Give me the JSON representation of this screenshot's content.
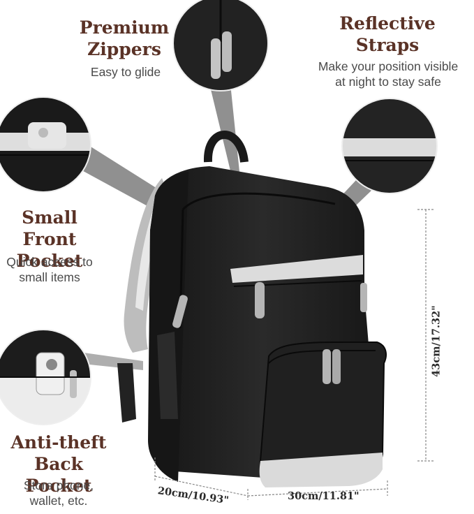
{
  "features": {
    "premium_zippers": {
      "title_line1": "Premium",
      "title_line2": "Zippers",
      "subtitle": "Easy to glide"
    },
    "reflective_straps": {
      "title_line1": "Reflective",
      "title_line2": "Straps",
      "subtitle_line1": "Make your position visible",
      "subtitle_line2": "at night to stay safe"
    },
    "small_front_pocket": {
      "title_line1": "Small Front",
      "title_line2": "Pocket",
      "subtitle_line1": "Quick access to",
      "subtitle_line2": "small items"
    },
    "anti_theft_back_pocket": {
      "title_line1": "Anti-theft",
      "title_line2": "Back Pocket",
      "subtitle_line1": "Store phone,",
      "subtitle_line2": "wallet, etc."
    }
  },
  "dimensions": {
    "height": "43cm/17.32\"",
    "width": "30cm/11.81\"",
    "depth": "20cm/10.93\""
  },
  "colors": {
    "title": "#5a3226",
    "backpack": "#1c1c1c",
    "reflective": "#d9d9d9",
    "pointer": "#7a7a7a"
  }
}
